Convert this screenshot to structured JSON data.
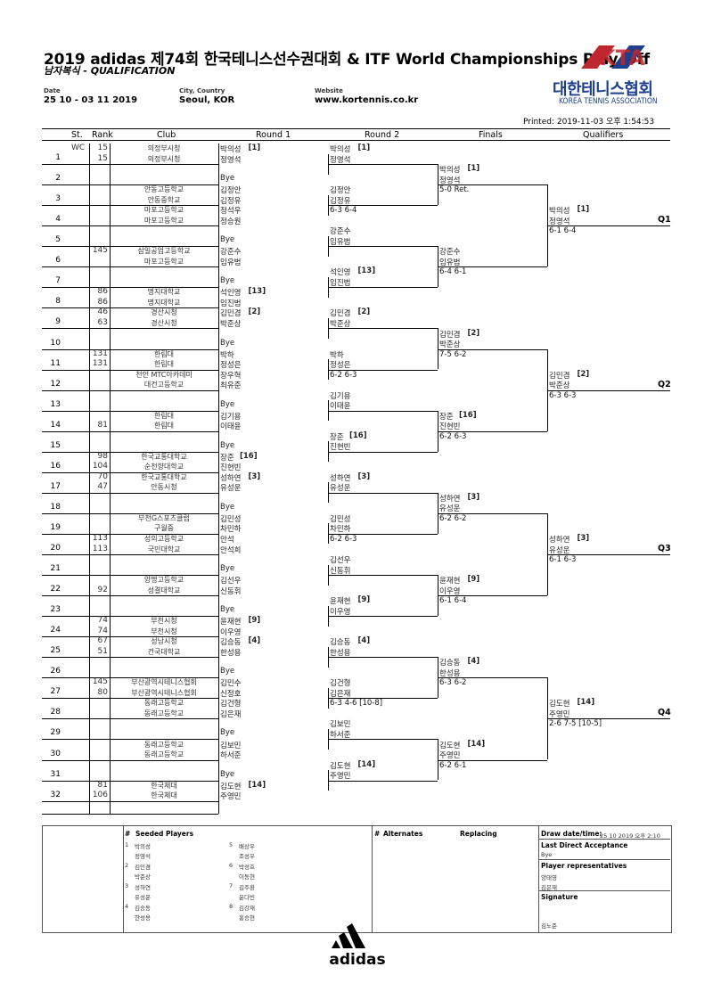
{
  "header": {
    "title": "2019 adidas 제74회 한국테니스선수권대회 & ITF World Championships Play-Off",
    "subtitle": "남자복식 - QUALIFICATION",
    "date_label": "Date",
    "date_value": "25 10 - 03 11 2019",
    "city_label": "City, Country",
    "city_value": "Seoul, KOR",
    "website_label": "Website",
    "website_value": "www.kortennis.co.kr",
    "logo_kor": "대한테니스협회",
    "logo_eng": "KOREA TENNIS ASSOCIATION",
    "logo_mark": "KTA",
    "printed": "Printed: 2019-11-03 오후 1:54:53"
  },
  "columns": {
    "st": "St.",
    "rank": "Rank",
    "club": "Club",
    "r1": "Round 1",
    "r2": "Round 2",
    "finals": "Finals",
    "qual": "Qualifiers"
  },
  "draw": [
    {
      "n": "1",
      "p": [
        {
          "st": "WC",
          "rank": "15",
          "club": "의정부시청",
          "name": "박의성",
          "seed": "[1]"
        },
        {
          "rank": "15",
          "club": "의정부시청",
          "name": "정영석"
        }
      ]
    },
    {
      "n": "2",
      "p": [
        {
          "name": "Bye"
        }
      ]
    },
    {
      "n": "3",
      "p": [
        {
          "club": "안동고등학교",
          "name": "김정안"
        },
        {
          "club": "안동중학교",
          "name": "김정유"
        }
      ]
    },
    {
      "n": "4",
      "p": [
        {
          "club": "마포고등학교",
          "name": "정석우"
        },
        {
          "club": "마포고등학교",
          "name": "정승원"
        }
      ]
    },
    {
      "n": "5",
      "p": [
        {
          "name": "Bye"
        }
      ]
    },
    {
      "n": "6",
      "p": [
        {
          "rank": "145",
          "club": "삼일공업고등학교",
          "name": "강준수"
        },
        {
          "club": "마포고등학교",
          "name": "임유범"
        }
      ]
    },
    {
      "n": "7",
      "p": [
        {
          "name": "Bye"
        }
      ]
    },
    {
      "n": "8",
      "p": [
        {
          "rank": "86",
          "club": "명지대학교",
          "name": "석인영",
          "seed": "[13]"
        },
        {
          "rank": "86",
          "club": "명지대학교",
          "name": "임진범"
        }
      ]
    },
    {
      "n": "9",
      "p": [
        {
          "rank": "46",
          "club": "경산시청",
          "name": "김민겸",
          "seed": "[2]"
        },
        {
          "rank": "63",
          "club": "경산시청",
          "name": "박준상"
        }
      ]
    },
    {
      "n": "10",
      "p": [
        {
          "name": "Bye"
        }
      ]
    },
    {
      "n": "11",
      "p": [
        {
          "rank": "131",
          "club": "한림대",
          "name": "박하"
        },
        {
          "rank": "131",
          "club": "한림대",
          "name": "정성은"
        }
      ]
    },
    {
      "n": "12",
      "p": [
        {
          "club": "천안 MTC아카데미",
          "name": "장우혁"
        },
        {
          "club": "대건고등학교",
          "name": "최유준"
        }
      ]
    },
    {
      "n": "13",
      "p": [
        {
          "name": "Bye"
        }
      ]
    },
    {
      "n": "14",
      "p": [
        {
          "club": "한림대",
          "name": "김기용"
        },
        {
          "rank": "81",
          "club": "한림대",
          "name": "이태윤"
        }
      ]
    },
    {
      "n": "15",
      "p": [
        {
          "name": "Bye"
        }
      ]
    },
    {
      "n": "16",
      "p": [
        {
          "rank": "98",
          "club": "한국교통대학교",
          "name": "장준",
          "seed": "[16]"
        },
        {
          "rank": "104",
          "club": "순천향대학교",
          "name": "진현빈"
        }
      ]
    },
    {
      "n": "17",
      "p": [
        {
          "rank": "70",
          "club": "한국교통대학교",
          "name": "성하연",
          "seed": "[3]"
        },
        {
          "rank": "47",
          "club": "안동시청",
          "name": "유성운"
        }
      ]
    },
    {
      "n": "18",
      "p": [
        {
          "name": "Bye"
        }
      ]
    },
    {
      "n": "19",
      "p": [
        {
          "club": "부천G스포츠클럽",
          "name": "김민성"
        },
        {
          "club": "구월중",
          "name": "차민하"
        }
      ]
    },
    {
      "n": "20",
      "p": [
        {
          "rank": "113",
          "club": "성의고등학교",
          "name": "안석"
        },
        {
          "rank": "113",
          "club": "국민대학교",
          "name": "안석희"
        }
      ]
    },
    {
      "n": "21",
      "p": [
        {
          "name": "Bye"
        }
      ]
    },
    {
      "n": "22",
      "p": [
        {
          "club": "양명고등학교",
          "name": "김선우"
        },
        {
          "rank": "92",
          "club": "성결대학교",
          "name": "신동휘"
        }
      ]
    },
    {
      "n": "23",
      "p": [
        {
          "name": "Bye"
        }
      ]
    },
    {
      "n": "24",
      "p": [
        {
          "rank": "74",
          "club": "부천시청",
          "name": "윤재현",
          "seed": "[9]"
        },
        {
          "rank": "74",
          "club": "부천시청",
          "name": "이우영"
        }
      ]
    },
    {
      "n": "25",
      "p": [
        {
          "rank": "67",
          "club": "성남시청",
          "name": "김승동",
          "seed": "[4]"
        },
        {
          "rank": "51",
          "club": "건국대학교",
          "name": "한성용"
        }
      ]
    },
    {
      "n": "26",
      "p": [
        {
          "name": "Bye"
        }
      ]
    },
    {
      "n": "27",
      "p": [
        {
          "rank": "145",
          "club": "부산광역시테니스협회",
          "name": "김민수"
        },
        {
          "rank": "80",
          "club": "부산광역시테니스협회",
          "name": "신정호"
        }
      ]
    },
    {
      "n": "28",
      "p": [
        {
          "club": "동래고등학교",
          "name": "김건형"
        },
        {
          "club": "동래고등학교",
          "name": "김은재"
        }
      ]
    },
    {
      "n": "29",
      "p": [
        {
          "name": "Bye"
        }
      ]
    },
    {
      "n": "30",
      "p": [
        {
          "club": "동래고등학교",
          "name": "김보민"
        },
        {
          "club": "동래고등학교",
          "name": "하서준"
        }
      ]
    },
    {
      "n": "31",
      "p": [
        {
          "name": "Bye"
        }
      ]
    },
    {
      "n": "32",
      "p": [
        {
          "rank": "81",
          "club": "한국체대",
          "name": "김도현",
          "seed": "[14]"
        },
        {
          "rank": "106",
          "club": "한국체대",
          "name": "주영민"
        }
      ]
    }
  ],
  "round2": [
    {
      "a": "박의성",
      "seed": "[1]",
      "b": "정영석",
      "score": ""
    },
    {
      "a": "김정안",
      "seed": "",
      "b": "김정유",
      "score": "6-3 6-4"
    },
    {
      "a": "강준수",
      "seed": "",
      "b": "임유범",
      "score": ""
    },
    {
      "a": "석인영",
      "seed": "[13]",
      "b": "임진범",
      "score": ""
    },
    {
      "a": "김민겸",
      "seed": "[2]",
      "b": "박준상",
      "score": ""
    },
    {
      "a": "박하",
      "seed": "",
      "b": "정성은",
      "score": "6-2 6-3"
    },
    {
      "a": "김기용",
      "seed": "",
      "b": "이태윤",
      "score": ""
    },
    {
      "a": "장준",
      "seed": "[16]",
      "b": "진현빈",
      "score": ""
    },
    {
      "a": "성하연",
      "seed": "[3]",
      "b": "유성운",
      "score": ""
    },
    {
      "a": "김민성",
      "seed": "",
      "b": "차민하",
      "score": "6-2 6-3"
    },
    {
      "a": "김선우",
      "seed": "",
      "b": "신동휘",
      "score": ""
    },
    {
      "a": "윤재현",
      "seed": "[9]",
      "b": "이우영",
      "score": ""
    },
    {
      "a": "김승동",
      "seed": "[4]",
      "b": "한성용",
      "score": ""
    },
    {
      "a": "김건형",
      "seed": "",
      "b": "김은재",
      "score": "6-3 4-6 [10-8]"
    },
    {
      "a": "김보민",
      "seed": "",
      "b": "하서준",
      "score": ""
    },
    {
      "a": "김도현",
      "seed": "[14]",
      "b": "주영민",
      "score": ""
    }
  ],
  "finals": [
    {
      "a": "박의성",
      "seed": "[1]",
      "b": "정영석",
      "score": "5-0 Ret."
    },
    {
      "a": "강준수",
      "seed": "",
      "b": "임유범",
      "score": "6-4 6-1"
    },
    {
      "a": "김민겸",
      "seed": "[2]",
      "b": "박준상",
      "score": "7-5 6-2"
    },
    {
      "a": "장준",
      "seed": "[16]",
      "b": "진현빈",
      "score": "6-2 6-3"
    },
    {
      "a": "성하연",
      "seed": "[3]",
      "b": "유성운",
      "score": "6-2 6-2"
    },
    {
      "a": "윤재현",
      "seed": "[9]",
      "b": "이우영",
      "score": "6-1 6-4"
    },
    {
      "a": "김승동",
      "seed": "[4]",
      "b": "한성용",
      "score": "6-3 6-2"
    },
    {
      "a": "김도현",
      "seed": "[14]",
      "b": "주영민",
      "score": "6-2 6-1"
    }
  ],
  "qualifiers": [
    {
      "a": "박의성",
      "seed": "[1]",
      "b": "정영석",
      "score": "6-1 6-4",
      "label": "Q1"
    },
    {
      "a": "김민겸",
      "seed": "[2]",
      "b": "박준상",
      "score": "6-3 6-3",
      "label": "Q2"
    },
    {
      "a": "성하연",
      "seed": "[3]",
      "b": "유성운",
      "score": "6-1 6-3",
      "label": "Q3"
    },
    {
      "a": "김도현",
      "seed": "[14]",
      "b": "주영민",
      "score": "2-6 7-5 [10-5]",
      "label": "Q4"
    }
  ],
  "footer": {
    "seeded_title": "Seeded Players",
    "seeded": [
      {
        "n": "1",
        "a": "박의성",
        "b": "정영석"
      },
      {
        "n": "2",
        "a": "김민겸",
        "b": "박준상"
      },
      {
        "n": "3",
        "a": "성하연",
        "b": "유성운"
      },
      {
        "n": "4",
        "a": "김승동",
        "b": "한성용"
      },
      {
        "n": "5",
        "a": "배상우",
        "b": "조성우"
      },
      {
        "n": "6",
        "a": "박성호",
        "b": "이동현"
      },
      {
        "n": "7",
        "a": "김주환",
        "b": "윤다빈"
      },
      {
        "n": "8",
        "a": "김강재",
        "b": "홍승현"
      }
    ],
    "alternates_title": "Alternates",
    "replacing": "Replacing",
    "draw_date_label": "Draw date/time:",
    "draw_date_value": "25 10 2019 오후 2:10",
    "lda_label": "Last Direct Acceptance",
    "lda_value": "Bye",
    "reps_label": "Player representatives",
    "rep1": "양태영",
    "rep2": "김은재",
    "sig_label": "Signature",
    "sig_value": "김노준",
    "hash": "#",
    "sponsor": "adidas"
  }
}
